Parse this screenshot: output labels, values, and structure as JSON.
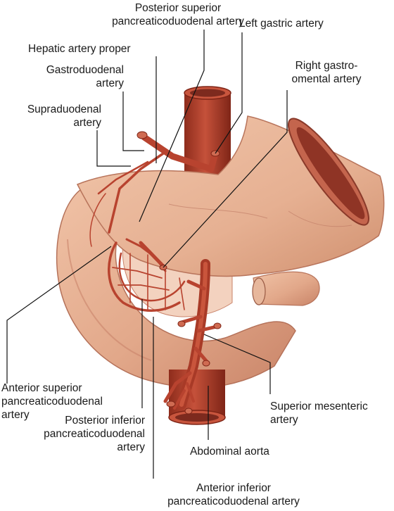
{
  "labels": {
    "posterior_superior_pd": [
      "Posterior superior",
      "pancreaticoduodenal artery"
    ],
    "left_gastric": [
      "Left gastric artery"
    ],
    "hepatic_proper": [
      "Hepatic artery proper"
    ],
    "gastroduodenal": [
      "Gastroduodenal",
      "artery"
    ],
    "right_gastroomental": [
      "Right gastro-",
      "omental artery"
    ],
    "supraduodenal": [
      "Supraduodenal",
      "artery"
    ],
    "anterior_superior_pd": [
      "Anterior superior",
      "pancreaticoduodenal",
      "artery"
    ],
    "posterior_inferior_pd": [
      "Posterior inferior",
      "pancreaticoduodenal",
      "artery"
    ],
    "superior_mesenteric": [
      "Superior mesenteric",
      "artery"
    ],
    "abdominal_aorta": [
      "Abdominal aorta"
    ],
    "anterior_inferior_pd": [
      "Anterior inferior",
      "pancreaticoduodenal artery"
    ]
  },
  "colors": {
    "tissue": "#e3a98c",
    "tissue_shadow": "#c9836a",
    "artery": "#b8432f",
    "artery_dark": "#7e2416",
    "lumen": "#8a2f22",
    "leader": "#111111"
  }
}
